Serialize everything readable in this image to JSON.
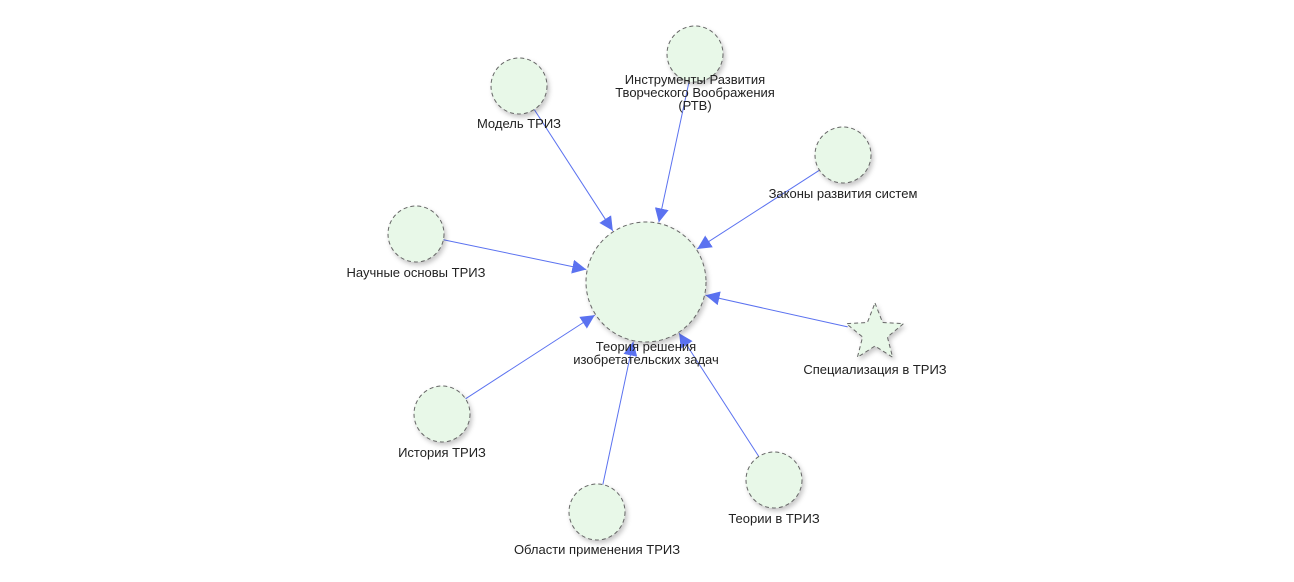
{
  "graph": {
    "colors": {
      "node_fill": "#e8f8e8",
      "node_stroke": "#666666",
      "edge": "#5b72f0",
      "label": "#222222"
    },
    "central": {
      "id": "triz",
      "shape": "circle",
      "label": [
        "Теория решения",
        "изобретательских задач"
      ]
    },
    "nodes": [
      {
        "id": "model",
        "shape": "circle",
        "label": [
          "Модель ТРИЗ"
        ]
      },
      {
        "id": "rtv",
        "shape": "circle",
        "label": [
          "Инструменты Развития",
          "Творческого Воображения",
          "(РТВ)"
        ]
      },
      {
        "id": "laws",
        "shape": "circle",
        "label": [
          "Законы развития систем"
        ]
      },
      {
        "id": "science",
        "shape": "circle",
        "label": [
          "Научные основы ТРИЗ"
        ]
      },
      {
        "id": "special",
        "shape": "star",
        "label": [
          "Специализация в ТРИЗ"
        ]
      },
      {
        "id": "history",
        "shape": "circle",
        "label": [
          "История ТРИЗ"
        ]
      },
      {
        "id": "areas",
        "shape": "circle",
        "label": [
          "Области применения ТРИЗ"
        ]
      },
      {
        "id": "theories",
        "shape": "circle",
        "label": [
          "Теории в ТРИЗ"
        ]
      }
    ],
    "edges": [
      {
        "from": "model",
        "to": "triz"
      },
      {
        "from": "rtv",
        "to": "triz"
      },
      {
        "from": "laws",
        "to": "triz"
      },
      {
        "from": "science",
        "to": "triz"
      },
      {
        "from": "special",
        "to": "triz"
      },
      {
        "from": "history",
        "to": "triz"
      },
      {
        "from": "areas",
        "to": "triz"
      },
      {
        "from": "theories",
        "to": "triz"
      }
    ]
  }
}
